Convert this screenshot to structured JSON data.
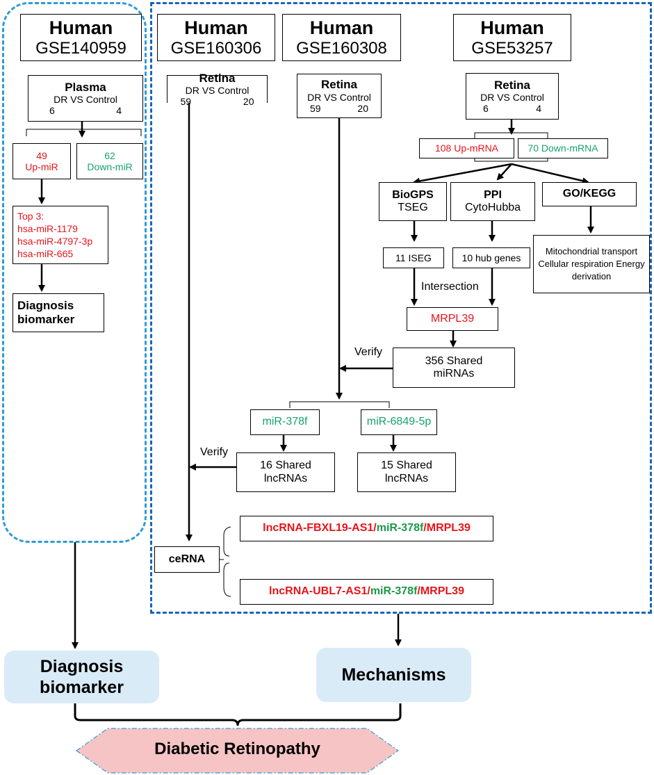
{
  "datasets": [
    {
      "species": "Human",
      "id": "GSE140959"
    },
    {
      "species": "Human",
      "id": "GSE160306"
    },
    {
      "species": "Human",
      "id": "GSE160308"
    },
    {
      "species": "Human",
      "id": "GSE53257"
    }
  ],
  "samples": [
    {
      "tissue": "Plasma",
      "compare": "DR VS Control",
      "dr": "6",
      "control": "4"
    },
    {
      "tissue": "Retina",
      "compare": "DR VS Control",
      "dr": "59",
      "control": "20"
    },
    {
      "tissue": "Retina",
      "compare": "DR VS Control",
      "dr": "59",
      "control": "20"
    },
    {
      "tissue": "Retina",
      "compare": "DR VS Control",
      "dr": "6",
      "control": "4"
    }
  ],
  "left": {
    "up_count": "49",
    "up_label": "Up-miR",
    "down_count": "62",
    "down_label": "Down-miR",
    "top_title": "Top 3:",
    "top_items": [
      "hsa-miR-1179",
      "hsa-miR-4797-3p",
      "hsa-miR-665"
    ],
    "diag_line1": "Diagnosis",
    "diag_line2": "biomarker"
  },
  "right": {
    "up_mrna": "108 Up-mRNA",
    "down_mrna": "70 Down-mRNA",
    "biogps_title": "BioGPS",
    "biogps_sub": "TSEG",
    "ppi_title": "PPI",
    "ppi_sub": "CytoHubba",
    "gokegg_title": "GO/KEGG",
    "iseg": "11 ISEG",
    "hub": "10 hub genes",
    "mito": "Mitochondrial transport Cellular respiration Energy derivation",
    "intersection": "Intersection",
    "mrpl39": "MRPL39",
    "verify1": "Verify",
    "shared_mirnas": "356 Shared miRNAs",
    "mir378f": "miR-378f",
    "mir6849": "miR-6849-5p",
    "verify2": "Verify",
    "shared16": "16 Shared lncRNAs",
    "shared15": "15 Shared lncRNAs",
    "cerna": "ceRNA",
    "cerna1": {
      "lnc": "lncRNA-FBXL19-AS1",
      "mir": "miR-378f",
      "gene": "MRPL39",
      "sep": "/"
    },
    "cerna2": {
      "lnc": "lncRNA-UBL7-AS1",
      "mir": "miR-378f",
      "gene": "MRPL39",
      "sep": "/"
    }
  },
  "bottom": {
    "diag_line1": "Diagnosis",
    "diag_line2": "biomarker",
    "mechanisms": "Mechanisms",
    "dr": "Diabetic Retinopathy"
  },
  "colors": {
    "left_frame": "#2e9bd6",
    "right_frame": "#1666b8",
    "blue_box": "#d9ebf6",
    "hex_fill": "#f6c4c4",
    "red": "#e8141a",
    "green": "#17a36b"
  }
}
